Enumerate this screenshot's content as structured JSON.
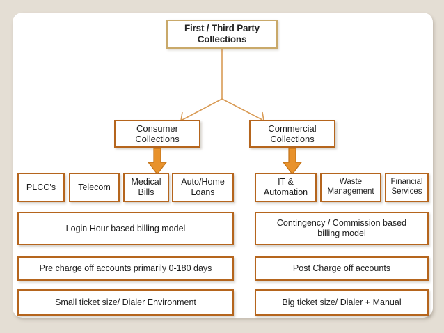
{
  "diagram": {
    "title_box": {
      "line1": "First / Third Party",
      "line2": "Collections"
    },
    "branches": [
      {
        "id": "consumer",
        "line1": "Consumer",
        "line2": "Collections",
        "categories": [
          {
            "line1": "PLCC’s",
            "line2": ""
          },
          {
            "line1": "Telecom",
            "line2": ""
          },
          {
            "line1": "Medical",
            "line2": "Bills"
          },
          {
            "line1": "Auto/Home",
            "line2": "Loans"
          }
        ],
        "attributes": [
          {
            "line1": "Login Hour based billing model",
            "line2": ""
          },
          {
            "line1": "Pre charge off accounts primarily 0-180 days",
            "line2": ""
          },
          {
            "line1": "Small ticket size/ Dialer Environment",
            "line2": ""
          }
        ]
      },
      {
        "id": "commercial",
        "line1": "Commercial",
        "line2": "Collections",
        "categories": [
          {
            "line1": "IT &",
            "line2": "Automation"
          },
          {
            "line1": "Waste",
            "line2": "Management"
          },
          {
            "line1": "Financial",
            "line2": "Services"
          }
        ],
        "attributes": [
          {
            "line1": "Contingency / Commission based",
            "line2": "billing model"
          },
          {
            "line1": "Post Charge off accounts",
            "line2": ""
          },
          {
            "line1": "Big ticket size/ Dialer + Manual",
            "line2": ""
          }
        ]
      }
    ],
    "colors": {
      "page_background": "#e4ded4",
      "panel_background": "#ffffff",
      "title_border": "#c9a96a",
      "box_border": "#b5651d",
      "arrow_fill": "#e8922c",
      "connector_line": "#d99b55",
      "text": "#1c1c1c"
    }
  }
}
